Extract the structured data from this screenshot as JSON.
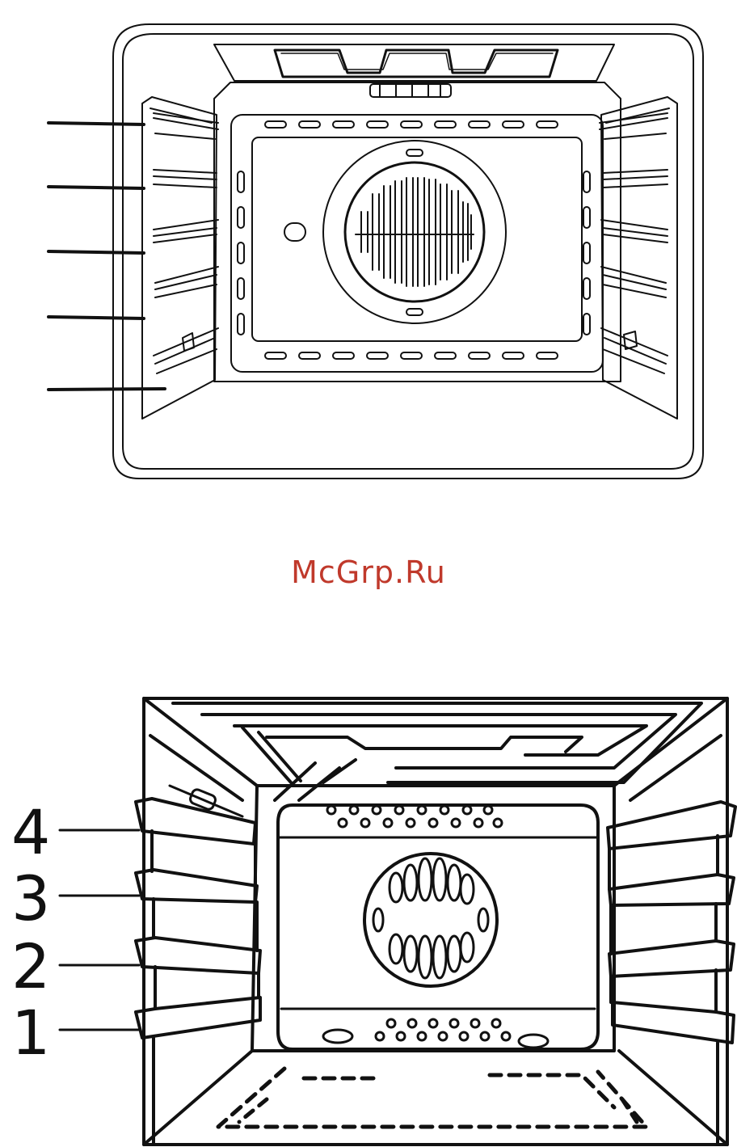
{
  "watermark": {
    "text": "McGrp.Ru",
    "color": "#c0392b"
  },
  "diagram_top": {
    "leader_count": 5
  },
  "diagram_bottom": {
    "levels": [
      "4",
      "3",
      "2",
      "1"
    ]
  },
  "colors": {
    "line": "#111111",
    "background": "#ffffff"
  }
}
